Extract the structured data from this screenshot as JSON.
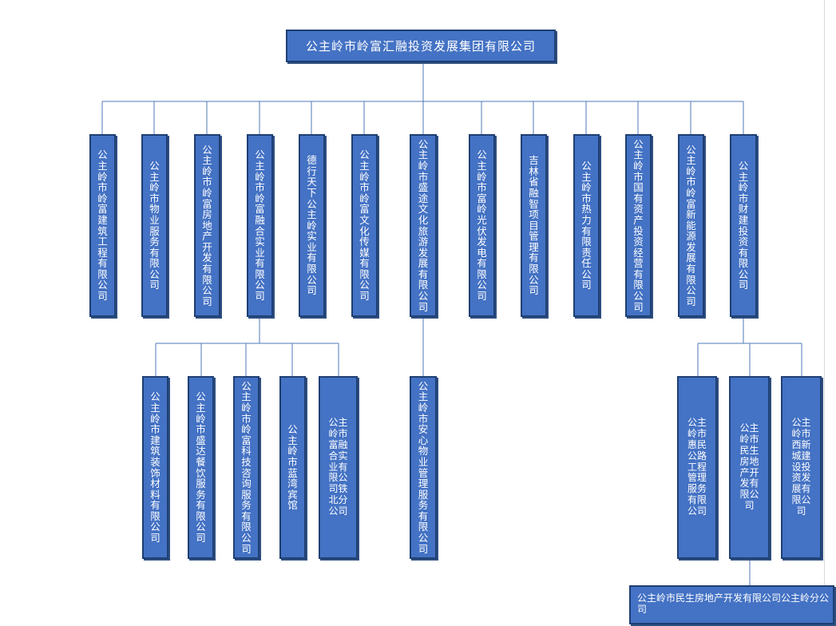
{
  "colors": {
    "box_fill": "#4472c4",
    "box_border": "#1f3f73",
    "connector": "#4f79b8",
    "text": "#ffffff"
  },
  "root": {
    "label": "公主岭市岭富汇融投资发展集团有限公司"
  },
  "level1": [
    {
      "label": "公主岭市岭富建筑工程有限公司"
    },
    {
      "label": "公主岭市物业服务有限公司"
    },
    {
      "label": "公主岭市岭富房地产开发有限公司"
    },
    {
      "label": "公主岭市岭富融合实业有限公司"
    },
    {
      "label": "德行天下公主岭实业有限公司"
    },
    {
      "label": "公主岭市岭富文化传媒有限公司"
    },
    {
      "label": "公主岭市盛途文化旅游发展有限公司"
    },
    {
      "label": "公主岭市富岭光伏发电有限公司"
    },
    {
      "label": "吉林省融智项目管理有限公司"
    },
    {
      "label": "公主岭市热力有限责任公司"
    },
    {
      "label": "公主岭市国有资产投资经营有限公司"
    },
    {
      "label": "公主岭市岭富新能源发展有限公司"
    },
    {
      "label": "公主岭市财建投资有限公司"
    }
  ],
  "ronghe_children": [
    {
      "label": "公主岭市建筑装饰材料有限公司"
    },
    {
      "label": "公主岭市盛达餐饮服务有限公司"
    },
    {
      "label": "公主岭市岭富科技咨询服务有限公司"
    },
    {
      "label": "公主岭市蓝湾宾馆"
    },
    {
      "label": "公主岭市富融合实业有限公司铁北分公司"
    }
  ],
  "shengtu_children": [
    {
      "label": "公主岭市安心物业管理服务有限公司"
    }
  ],
  "caijian_children": [
    {
      "label": "公主岭市惠民公路工程管理服务有限公司"
    },
    {
      "label": "公主岭市民生房地产开发有限公司"
    },
    {
      "label": "公主岭市西新城建设投资发展有限公司"
    }
  ],
  "minsheng_child": {
    "label": "公主岭市民生房地产开发有限公司公主岭分公司"
  }
}
